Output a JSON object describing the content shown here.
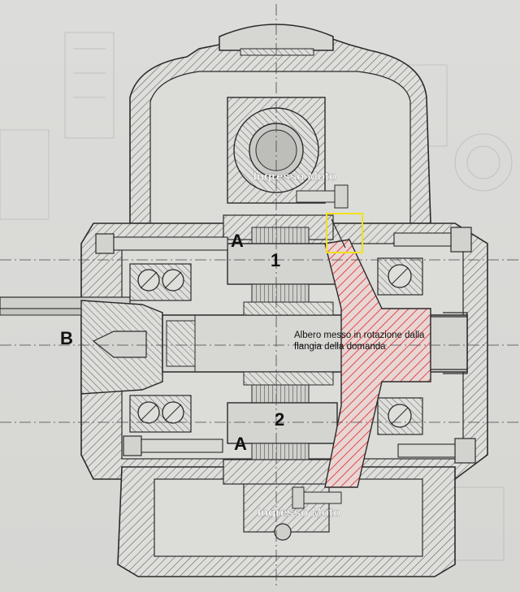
{
  "labels": {
    "input_top": "Ingresso Moto",
    "input_bottom": "Ingresso Moto",
    "marker_a_top": "A",
    "marker_a_bottom": "A",
    "marker_b": "B",
    "gear_1": "1",
    "gear_2": "2",
    "shaft_note_line1": "Albero messo in rotazione dalla",
    "shaft_note_line2": "flangia della domanda"
  },
  "colors": {
    "paper": "#d9d9d6",
    "ink": "#2a2a2a",
    "hatch": "#555555",
    "red_hatch": "#e04a4a",
    "highlight": "#f2e21a",
    "label_white": "#ffffff"
  }
}
